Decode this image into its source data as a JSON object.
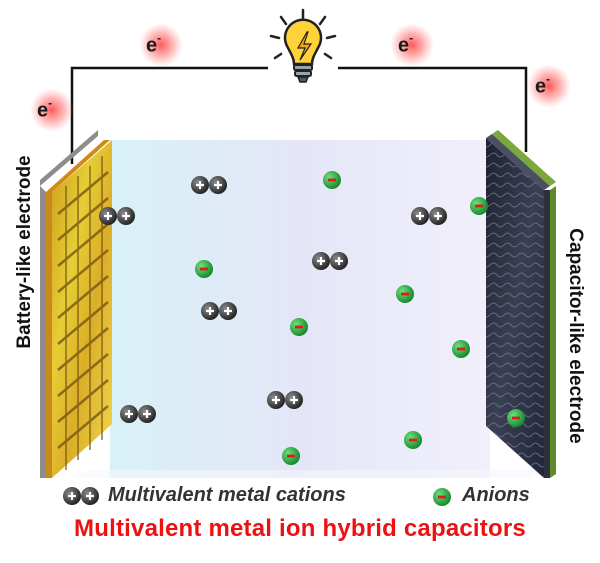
{
  "electron_label": "e",
  "electron_charge": "-",
  "left_electrode_label": "Battery-like electrode",
  "right_electrode_label": "Capacitor-like electrode",
  "legend": {
    "cations": "Multivalent metal cations",
    "anions": "Anions"
  },
  "caption": "Multivalent metal ion hybrid capacitors",
  "colors": {
    "caption": "#ee1111",
    "anion": "#1fa83a",
    "cation": "#333333",
    "left_electrode": "#d9c43a",
    "right_electrode": "#2a2d3a",
    "right_collector": "#5e8a2c"
  },
  "icons": [
    "light-bulb-icon",
    "cation-pair-icon",
    "anion-icon"
  ]
}
